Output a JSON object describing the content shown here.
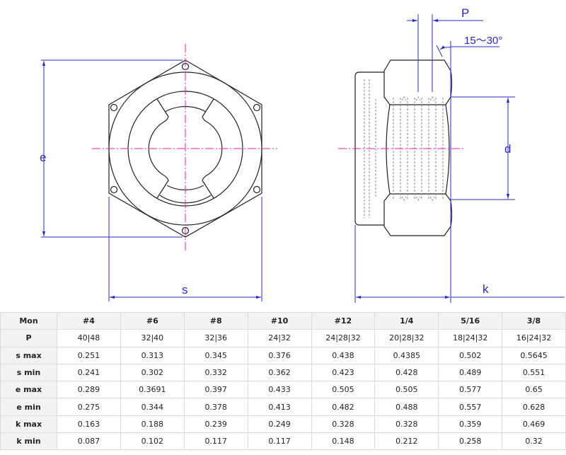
{
  "drawing": {
    "labels": {
      "e": "e",
      "s": "s",
      "P": "P",
      "angle": "15～30°",
      "d": "d",
      "k": "k"
    },
    "colors": {
      "dimension": "#2a2ad0",
      "centerline": "#e020c0",
      "outline": "#222222"
    }
  },
  "table": {
    "headers": [
      "Mon",
      "#4",
      "#6",
      "#8",
      "#10",
      "#12",
      "1/4",
      "5/16",
      "3/8"
    ],
    "rows": [
      {
        "label": "P",
        "values": [
          "40|48",
          "32|40",
          "32|36",
          "24|32",
          "24|28|32",
          "20|28|32",
          "18|24|32",
          "16|24|32"
        ]
      },
      {
        "label": "s max",
        "values": [
          "0.251",
          "0.313",
          "0.345",
          "0.376",
          "0.438",
          "0.4385",
          "0.502",
          "0.5645"
        ]
      },
      {
        "label": "s min",
        "values": [
          "0.241",
          "0.302",
          "0.332",
          "0.362",
          "0.423",
          "0.428",
          "0.489",
          "0.551"
        ]
      },
      {
        "label": "e max",
        "values": [
          "0.289",
          "0.3691",
          "0.397",
          "0.433",
          "0.505",
          "0.505",
          "0.577",
          "0.65"
        ]
      },
      {
        "label": "e min",
        "values": [
          "0.275",
          "0.344",
          "0.378",
          "0.413",
          "0.482",
          "0.488",
          "0.557",
          "0.628"
        ]
      },
      {
        "label": "k max",
        "values": [
          "0.163",
          "0.188",
          "0.239",
          "0.249",
          "0.328",
          "0.328",
          "0.359",
          "0.469"
        ]
      },
      {
        "label": "k min",
        "values": [
          "0.087",
          "0.102",
          "0.117",
          "0.117",
          "0.148",
          "0.212",
          "0.258",
          "0.32"
        ]
      }
    ]
  }
}
